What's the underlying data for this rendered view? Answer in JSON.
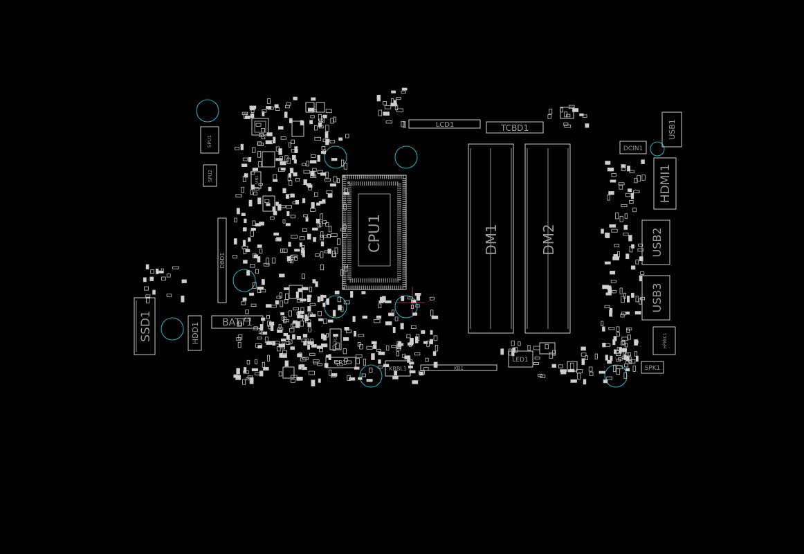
{
  "components": {
    "cpu": "CPU1",
    "dimm1": "DM1",
    "dimm2": "DM2",
    "lcd": "LCD1",
    "tcbd": "TCBD1",
    "usb1": "USB1",
    "dcin": "DCIN1",
    "hdmi": "HDMI1",
    "usb2": "USB2",
    "usb3": "USB3",
    "hpmic": "HPMIC1",
    "spk": "SPK1",
    "led": "LED1",
    "kb": "KB1",
    "kbbl": "KBBL1",
    "tp": "TP1",
    "spi": "SPI25",
    "batt": "BATT1",
    "hdd": "HDD1",
    "ssd": "SSD1",
    "dbg": "DBD1",
    "spu1": "SPU1",
    "spu2": "SPU2",
    "fan": "FAN1"
  },
  "colors": {
    "background": "#000000",
    "trace": "#d0d0d0",
    "label": "#9a9a9a",
    "mounting_hole": "#2fa7b4",
    "cursor": "#c04050"
  }
}
